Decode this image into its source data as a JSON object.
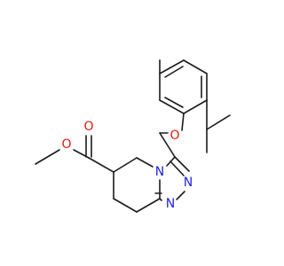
{
  "atoms": {
    "ester_carbonyl_o": {
      "symbol": "O",
      "color": "#e3190b"
    },
    "ester_methoxy_o": {
      "symbol": "O",
      "color": "#e3190b"
    },
    "ether_o": {
      "symbol": "O",
      "color": "#e3190b"
    },
    "ring_n4": {
      "symbol": "N",
      "color": "#1f1fe6"
    },
    "ring_n2": {
      "symbol": "N",
      "color": "#1f1fe6"
    },
    "ring_n1": {
      "symbol": "N",
      "color": "#1f1fe6"
    }
  },
  "bond_color": "#1a1a1a"
}
